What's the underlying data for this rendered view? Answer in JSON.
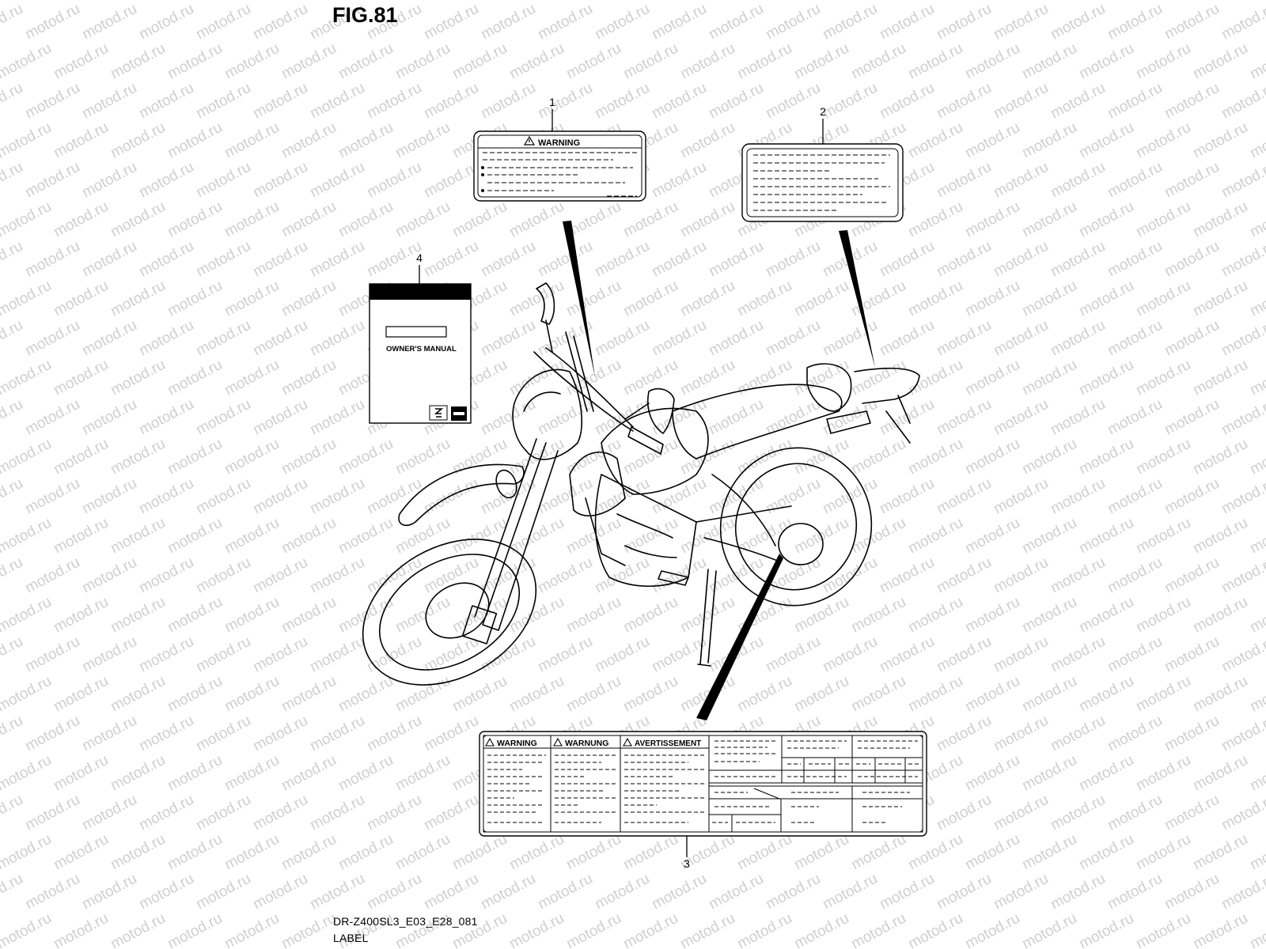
{
  "figure": {
    "title": "FIG.81",
    "code": "DR-Z400SL3_E03_E28_081",
    "name": "LABEL"
  },
  "watermark": {
    "text": "motod.ru",
    "color": "#cfcfcf"
  },
  "callouts": {
    "part1": "1",
    "part2": "2",
    "part3": "3",
    "part4": "4"
  },
  "labels": {
    "warning_label_heading": "WARNING",
    "combined_label_headings": [
      "WARNING",
      "WARNUNG",
      "AVERTISSEMENT"
    ],
    "manual_title": "OWNER'S MANUAL"
  },
  "icons": {
    "warning_triangle": "warning-triangle-icon",
    "brand_logo": "suzuki-logo-icon"
  }
}
